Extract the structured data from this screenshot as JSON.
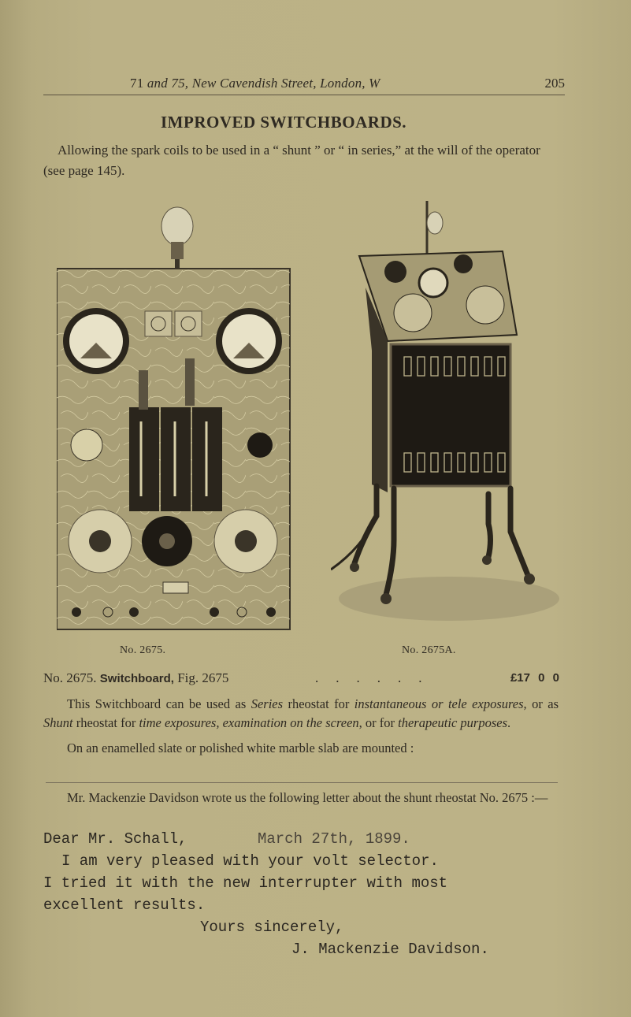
{
  "running_head": {
    "number_prefix": "71",
    "address": " and 75, New Cavendish Street, London, W",
    "page_number": "205"
  },
  "heading": "IMPROVED SWITCHBOARDS.",
  "intro": "Allowing the spark coils to be used in a “ shunt ” or “ in series,” at the will of the operator (see page 145).",
  "figures": [
    {
      "caption": "No. 2675.",
      "depicts": "switchboard-panel-with-ammeter-voltmeter-knife-switches-and-lamp"
    },
    {
      "caption": "No. 2675A.",
      "depicts": "switchboard-on-wheeled-stand-with-lamp"
    }
  ],
  "item": {
    "number": "No. 2675.",
    "name": "Switchboard,",
    "fig": "Fig. 2675",
    "dots": "......",
    "price": "£17 0 0"
  },
  "description": {
    "p1_parts": [
      "This Switchboard can be used as ",
      "Series",
      " rheostat for ",
      "instantaneous or tele exposures",
      ", or as ",
      "Shunt",
      " rheostat for ",
      "time exposures, examination on the screen",
      ", or for ",
      "therapeutic purposes",
      "."
    ],
    "p2": "On an enamelled slate or polished white marble slab are mounted :"
  },
  "letter_intro": "Mr. Mackenzie Davidson wrote us the following letter about the shunt rheostat No. 2675 :—",
  "letter": {
    "salutation": "Dear Mr. Schall,",
    "date": "March 27th, 1899.",
    "line1": "I am very pleased with your volt selector.",
    "line2": "I tried it with the new interrupter with most",
    "line3": "excellent results.",
    "closing": "Yours sincerely,",
    "signature": "J. Mackenzie Davidson."
  },
  "colors": {
    "paper": "#bcb287",
    "ink": "#2f2a22"
  }
}
